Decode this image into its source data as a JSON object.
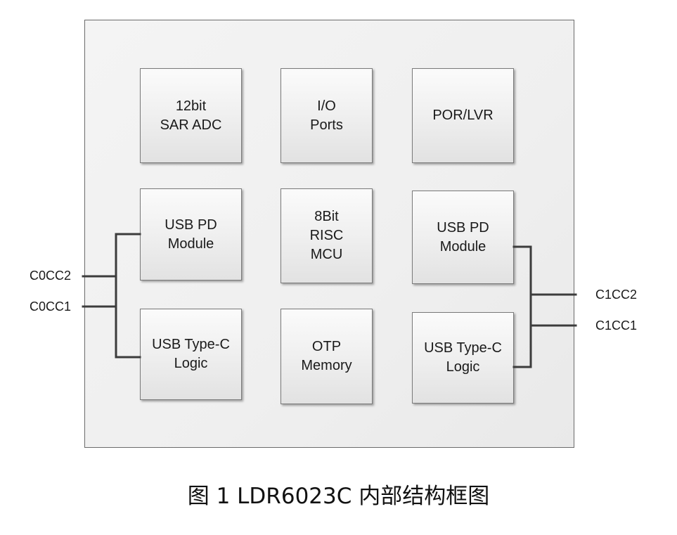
{
  "blocks": [
    {
      "id": "adc",
      "lines": [
        "12bit",
        "SAR ADC"
      ]
    },
    {
      "id": "io",
      "lines": [
        "I/O",
        "Ports"
      ]
    },
    {
      "id": "por",
      "lines": [
        "POR/LVR"
      ]
    },
    {
      "id": "pd-left",
      "lines": [
        "USB PD",
        "Module"
      ]
    },
    {
      "id": "mcu",
      "lines": [
        "8Bit",
        "RISC",
        "MCU"
      ]
    },
    {
      "id": "pd-right",
      "lines": [
        "USB PD",
        "Module"
      ]
    },
    {
      "id": "typec-left",
      "lines": [
        "USB Type-C",
        "Logic"
      ]
    },
    {
      "id": "otp",
      "lines": [
        "OTP",
        "Memory"
      ]
    },
    {
      "id": "typec-right",
      "lines": [
        "USB Type-C",
        "Logic"
      ]
    }
  ],
  "pins": {
    "c0cc2": "C0CC2",
    "c0cc1": "C0CC1",
    "c1cc2": "C1CC2",
    "c1cc1": "C1CC1"
  },
  "caption": "图 1 LDR6023C 内部结构框图"
}
